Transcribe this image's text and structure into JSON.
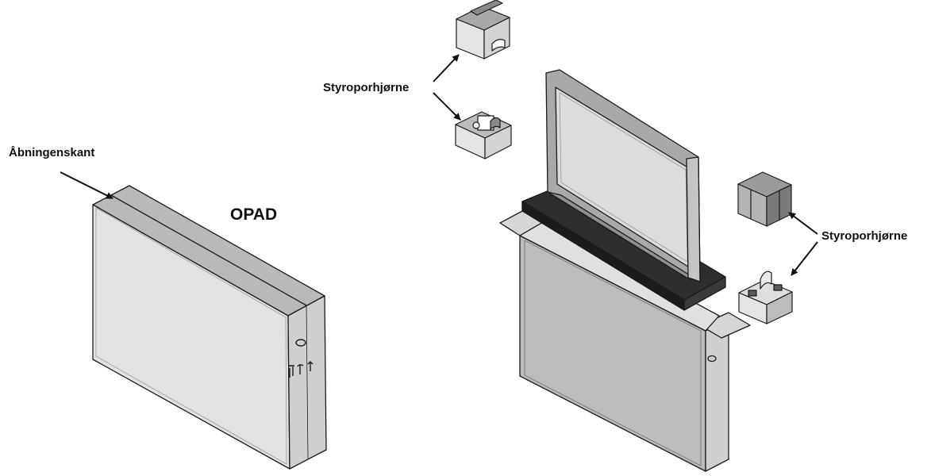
{
  "labels": {
    "opening_edge": "Åbningenskant",
    "up": "OPAD",
    "styrofoam_corners_top": "Styroporhjørne",
    "styrofoam_corners_right": "Styroporhjørne"
  },
  "colors": {
    "outline": "#1a1a1a",
    "box_front": "#e2e2e2",
    "box_top": "#b9b9b9",
    "box_side": "#cfcfcf",
    "foam_light": "#e4e4e4",
    "foam_dark": "#8a8a8a",
    "tv_frame": "#a9a9a9",
    "screen": "#dcdcdc",
    "stand": "#2e2e2e"
  }
}
